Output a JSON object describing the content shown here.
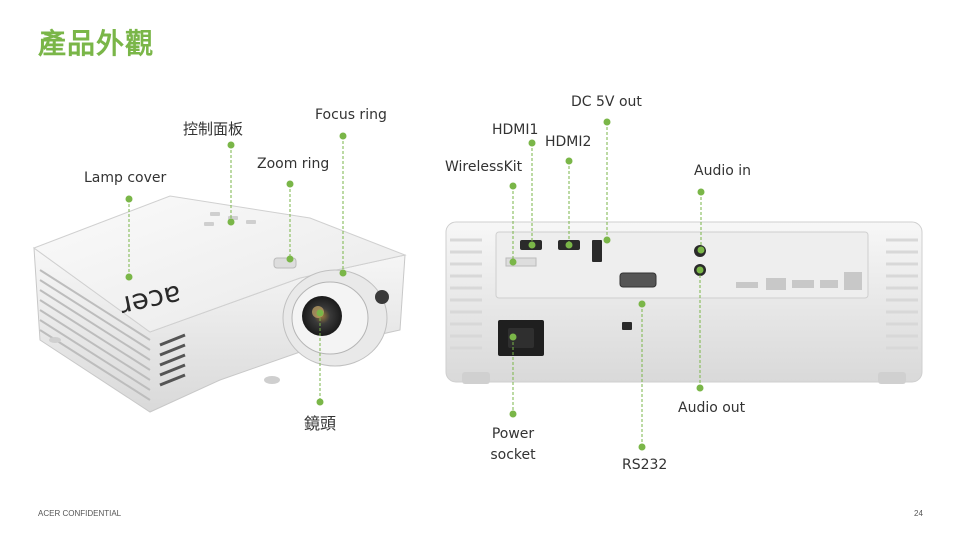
{
  "title": "產品外觀",
  "labels": {
    "lamp_cover": "Lamp cover",
    "control_panel": "控制面板",
    "zoom_ring": "Zoom ring",
    "focus_ring": "Focus ring",
    "lens": "鏡頭",
    "wirelesskit": "WirelessKit",
    "hdmi1": "HDMI1",
    "hdmi2": "HDMI2",
    "dc5v": "DC 5V out",
    "audio_in": "Audio in",
    "audio_out": "Audio out",
    "power_line1": "Power",
    "power_line2": "socket",
    "rs232": "RS232"
  },
  "product": {
    "brand_logo": "acer"
  },
  "footer": {
    "confidential": "ACER CONFIDENTIAL",
    "page_number": "24"
  },
  "colors": {
    "accent": "#7ab648"
  }
}
